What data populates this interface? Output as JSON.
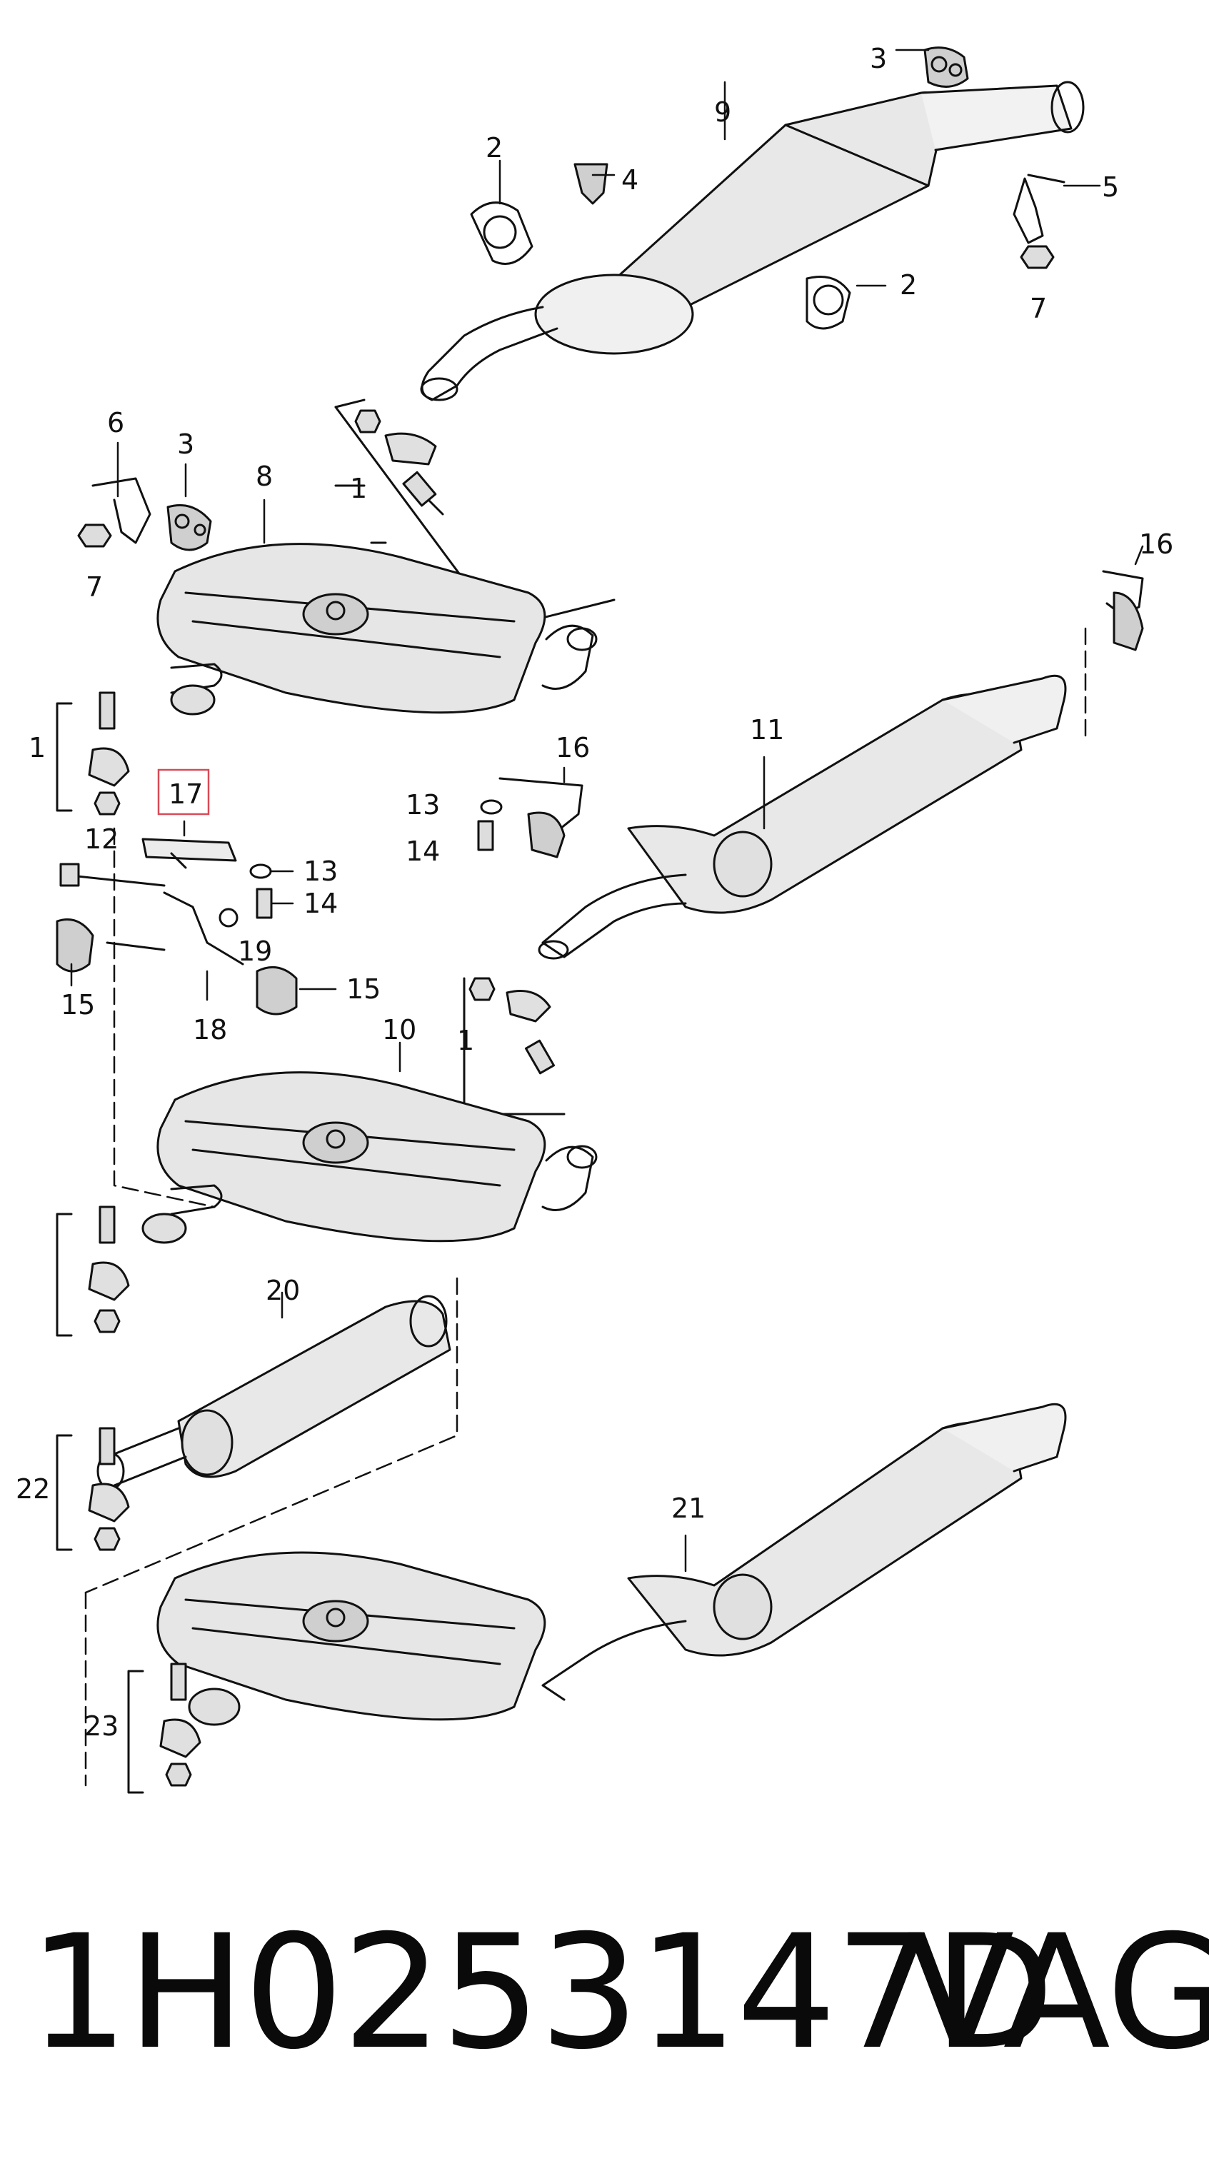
{
  "callouts": {
    "c1a": "1",
    "c1b": "1",
    "c1c": "1",
    "c2a": "2",
    "c2b": "2",
    "c3a": "3",
    "c3b": "3",
    "c4": "4",
    "c5": "5",
    "c6": "6",
    "c7a": "7",
    "c7b": "7",
    "c8": "8",
    "c9": "9",
    "c10": "10",
    "c11": "11",
    "c12": "12",
    "c13a": "13",
    "c13b": "13",
    "c14a": "14",
    "c14b": "14",
    "c15a": "15",
    "c15b": "15",
    "c16a": "16",
    "c16b": "16",
    "c17": "17",
    "c18": "18",
    "c19": "19",
    "c20": "20",
    "c21": "21",
    "c22": "22",
    "c23": "23"
  },
  "highlight_color": "#d94a56",
  "footer": {
    "part_number": "1H0253147D",
    "brand": "VAG"
  }
}
